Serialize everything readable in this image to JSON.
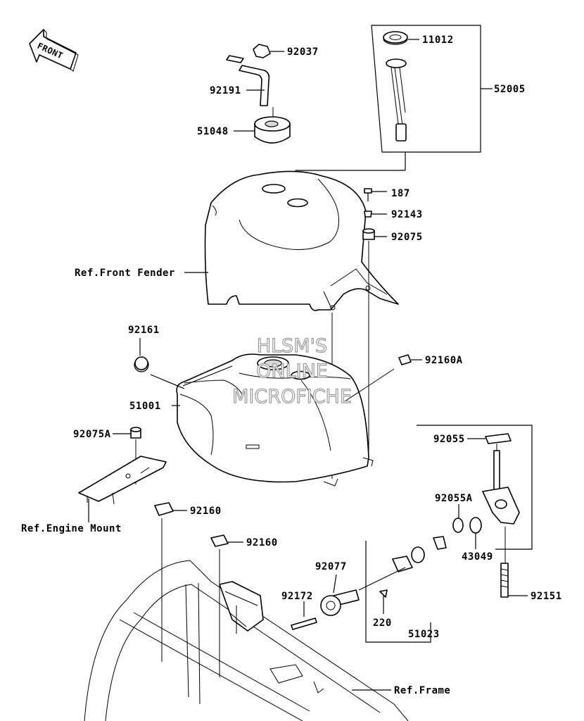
{
  "diagram": {
    "front_badge": "FRONT",
    "watermark": [
      "HLSM'S",
      "ONLINE",
      "MICROFICHE"
    ],
    "labels": {
      "p11012": "11012",
      "p52005": "52005",
      "p92037": "92037",
      "p92191": "92191",
      "p51048": "51048",
      "p187": "187",
      "p92143": "92143",
      "p92075": "92075",
      "ref_front_fender": "Ref.Front Fender",
      "p92161": "92161",
      "p92160A": "92160A",
      "p51001": "51001",
      "p92075A": "92075A",
      "ref_engine_mount": "Ref.Engine Mount",
      "p92160_a": "92160",
      "p92160_b": "92160",
      "p92055": "92055",
      "p92055A": "92055A",
      "p43049": "43049",
      "p92077": "92077",
      "p92172": "92172",
      "p220": "220",
      "p51023": "51023",
      "p92151": "92151",
      "ref_frame": "Ref.Frame"
    }
  }
}
